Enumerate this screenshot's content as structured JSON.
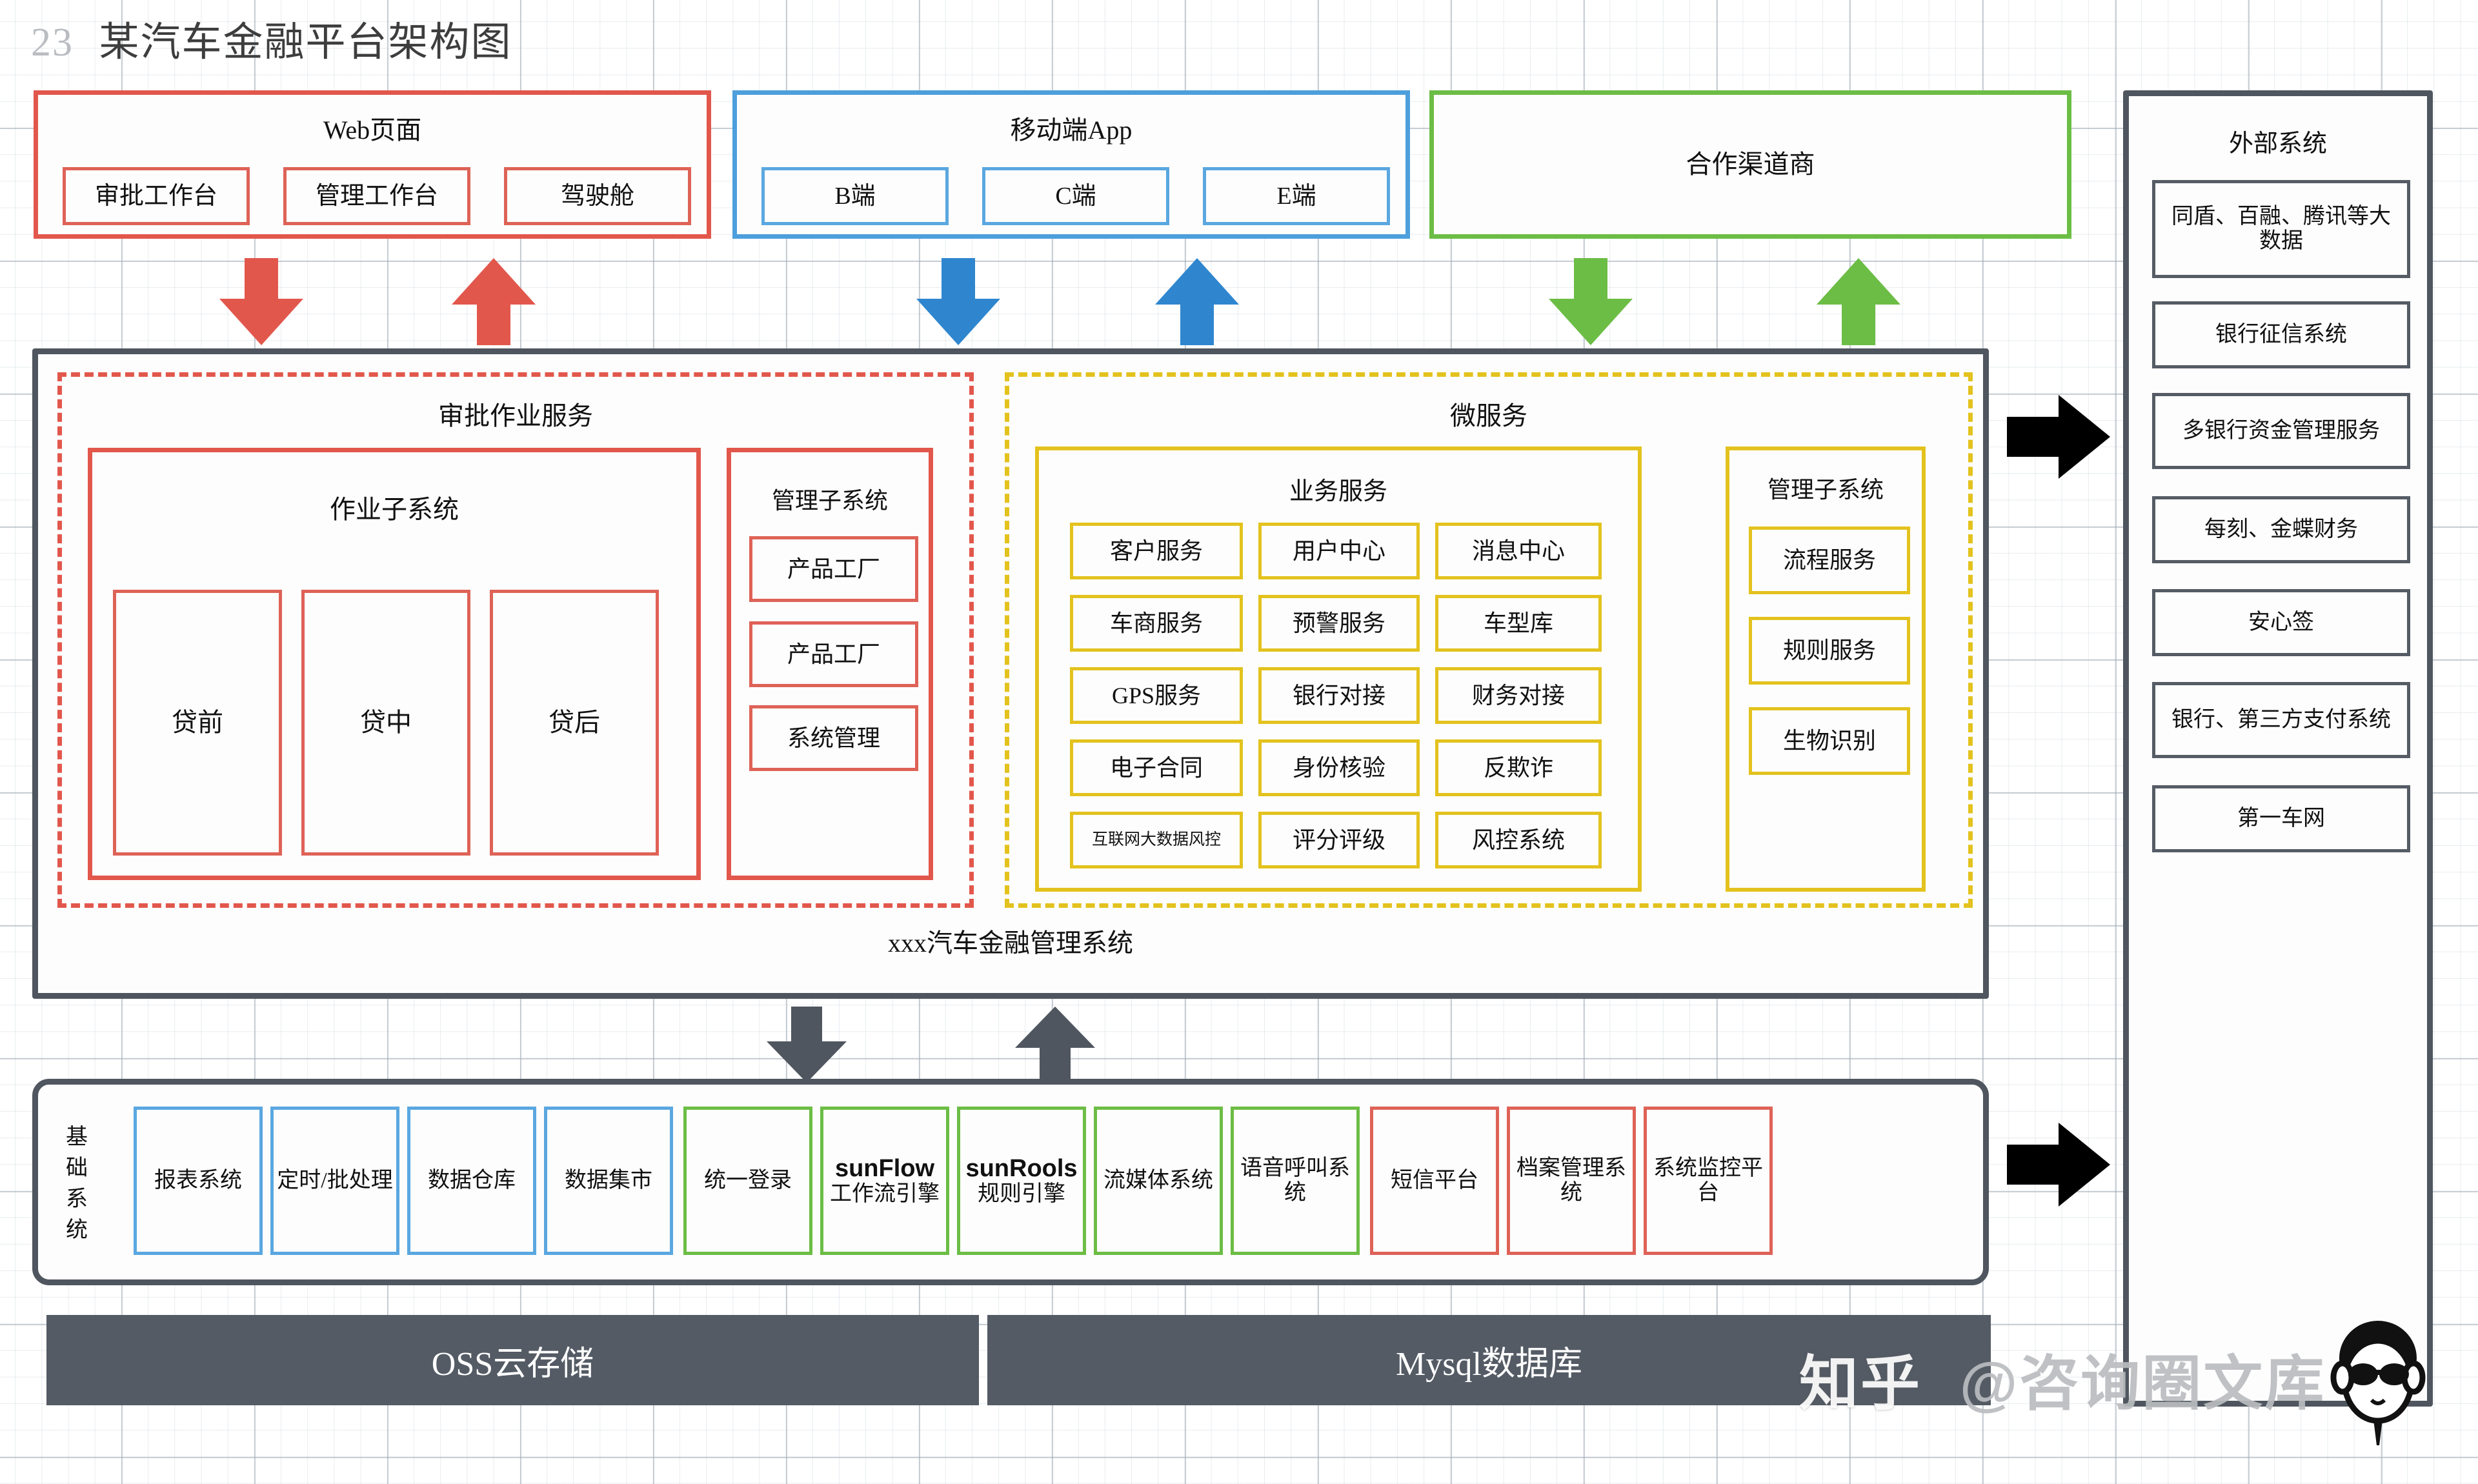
{
  "title": {
    "number": "23",
    "text": "某汽车金融平台架构图"
  },
  "colors": {
    "red": "#e2574c",
    "blue": "#4d9fdc",
    "green": "#6cbd45",
    "gold": "#e3c21d",
    "dark": "#4f565f",
    "storage_bg": "#545b65",
    "grid": "#c8d2da"
  },
  "channels": {
    "web": {
      "title": "Web页面",
      "items": [
        "审批工作台",
        "管理工作台",
        "驾驶舱"
      ]
    },
    "mobile": {
      "title": "移动端App",
      "items": [
        "B端",
        "C端",
        "E端"
      ]
    },
    "partner": {
      "title": "合作渠道商"
    }
  },
  "platform": {
    "footer_label": "xxx汽车金融管理系统",
    "approval": {
      "title": "审批作业服务",
      "job_subsystem": {
        "title": "作业子系统",
        "items": [
          "贷前",
          "贷中",
          "贷后"
        ]
      },
      "mgmt_subsystem": {
        "title": "管理子系统",
        "items": [
          "产品工厂",
          "产品工厂",
          "系统管理"
        ]
      }
    },
    "microservice": {
      "title": "微服务",
      "business": {
        "title": "业务服务",
        "rows": [
          [
            "客户服务",
            "用户中心",
            "消息中心"
          ],
          [
            "车商服务",
            "预警服务",
            "车型库"
          ],
          [
            "GPS服务",
            "银行对接",
            "财务对接"
          ],
          [
            "电子合同",
            "身份核验",
            "反欺诈"
          ],
          [
            "互联网大数据风控",
            "评分评级",
            "风控系统"
          ]
        ]
      },
      "mgmt_subsystem": {
        "title": "管理子系统",
        "items": [
          "流程服务",
          "规则服务",
          "生物识别"
        ]
      }
    }
  },
  "infrastructure": {
    "label": "基础系统",
    "items": [
      {
        "label": "报表系统",
        "color": "blue"
      },
      {
        "label": "定时/批处理",
        "color": "blue"
      },
      {
        "label": "数据仓库",
        "color": "blue"
      },
      {
        "label": "数据集市",
        "color": "blue"
      },
      {
        "label": "统一登录",
        "color": "green"
      },
      {
        "label": "sunFlow工作流引擎",
        "color": "green",
        "bold_prefix": "sunFlow",
        "rest": "工作流引擎"
      },
      {
        "label": "sunRools规则引擎",
        "color": "green",
        "bold_prefix": "sunRools",
        "rest": "规则引擎"
      },
      {
        "label": "流媒体系统",
        "color": "green"
      },
      {
        "label": "语音呼叫系统",
        "color": "green"
      },
      {
        "label": "短信平台",
        "color": "red"
      },
      {
        "label": "档案管理系统",
        "color": "red"
      },
      {
        "label": "系统监控平台",
        "color": "red"
      }
    ]
  },
  "storage": {
    "oss": "OSS云存储",
    "mysql": "Mysql数据库"
  },
  "external": {
    "title": "外部系统",
    "items": [
      "同盾、百融、腾讯等大数据",
      "银行征信系统",
      "多银行资金管理服务",
      "每刻、金蝶财务",
      "安心签",
      "银行、第三方支付系统",
      "第一车网"
    ]
  },
  "watermark": {
    "brand": "知乎",
    "handle": "@咨询圈文库"
  }
}
